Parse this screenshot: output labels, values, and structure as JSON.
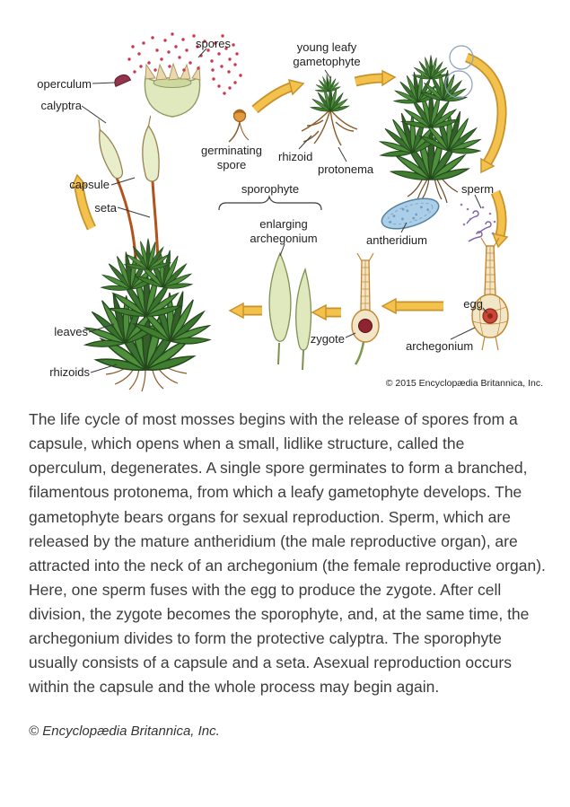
{
  "diagram": {
    "labels": {
      "spores": "spores",
      "young_leafy_gametophyte": "young leafy\ngametophyte",
      "operculum": "operculum",
      "calyptra": "calyptra",
      "capsule": "capsule",
      "seta": "seta",
      "sporophyte": "sporophyte",
      "enlarging_archegonium": "enlarging\narchegonium",
      "germinating_spore": "germinating\nspore",
      "rhizoid": "rhizoid",
      "protonema": "protonema",
      "sperm": "sperm",
      "antheridium": "antheridium",
      "egg": "egg",
      "zygote": "zygote",
      "archegonium": "archegonium",
      "leaves": "leaves",
      "rhizoids": "rhizoids"
    },
    "copyright": "© 2015 Encyclopædia Britannica, Inc.",
    "colors": {
      "arrow": "#f2c24d",
      "arrow_outline": "#c9912c",
      "leaf_green": "#4d8f3a",
      "capsule_green": "#e7eec9",
      "seta_red": "#b4521c",
      "spore_red": "#c93a4e",
      "antheridium_blue": "#abcfe8",
      "cell_tan": "#f2e6c8",
      "cell_outline": "#c4862e",
      "egg_red": "#cd4635",
      "sperm_purple": "#7b5ea7"
    }
  },
  "article": {
    "paragraph": "The life cycle of most mosses begins with the release of spores from a capsule, which opens when a small, lidlike structure, called the operculum, degenerates. A single spore germinates to form a branched, filamentous protonema, from which a leafy gametophyte develops. The gametophyte bears organs for sexual reproduction. Sperm, which are released by the mature antheridium (the male reproductive organ), are attracted into the neck of an archegonium (the female reproductive organ). Here, one sperm fuses with the egg to produce the zygote. After cell division, the zygote becomes the sporophyte, and, at the same time, the archegonium divides to form the protective calyptra. The sporophyte usually consists of a capsule and a seta. Asexual reproduction occurs within the capsule and the whole process may begin again.",
    "attribution": "© Encyclopædia Britannica, Inc."
  }
}
